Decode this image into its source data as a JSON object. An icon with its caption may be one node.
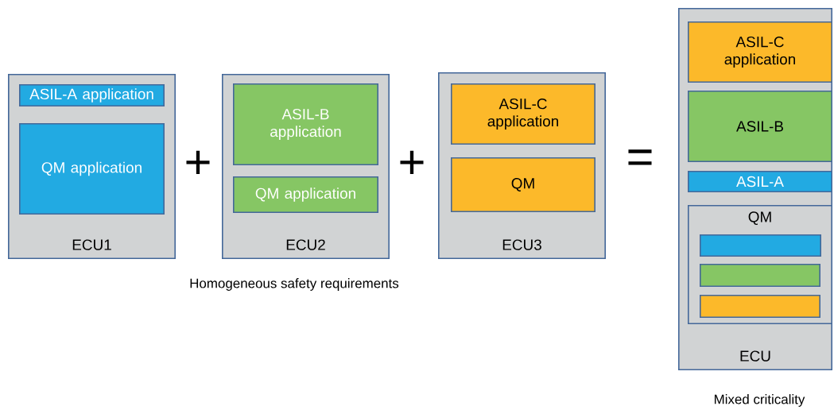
{
  "diagram": {
    "nodes": [
      {
        "text": [
          "ECU1"
        ]
      },
      {
        "text": [
          "ASIL-A application"
        ],
        "in": 0
      },
      {
        "text": [
          "QM application"
        ],
        "in": 0
      },
      {
        "text": [
          "ECU2"
        ]
      },
      {
        "text": [
          "ASIL-B application"
        ],
        "in": 3
      },
      {
        "text": [
          "QM application"
        ],
        "in": 3
      },
      {
        "text": [
          "ECU3"
        ]
      },
      {
        "text": [
          "ASIL-C application"
        ],
        "in": 6
      },
      {
        "text": [
          "QM"
        ],
        "in": 6
      },
      {
        "text": [
          "ECU"
        ]
      },
      {
        "text": [
          "ASIL-C application"
        ],
        "in": 9
      },
      {
        "text": [
          "ASIL-B"
        ],
        "in": 9
      },
      {
        "text": [
          "ASIL-A"
        ],
        "in": 9
      },
      {
        "text": [
          "QM"
        ],
        "in": 9
      },
      {
        "text": [],
        "shape": "bar",
        "in": 13
      },
      {
        "text": [],
        "shape": "bar",
        "in": 13
      },
      {
        "text": [],
        "shape": "bar",
        "in": 13
      }
    ],
    "labels": [
      "+",
      "+",
      "=",
      "Homogeneous safety requirements",
      "Mixed criticality"
    ]
  }
}
